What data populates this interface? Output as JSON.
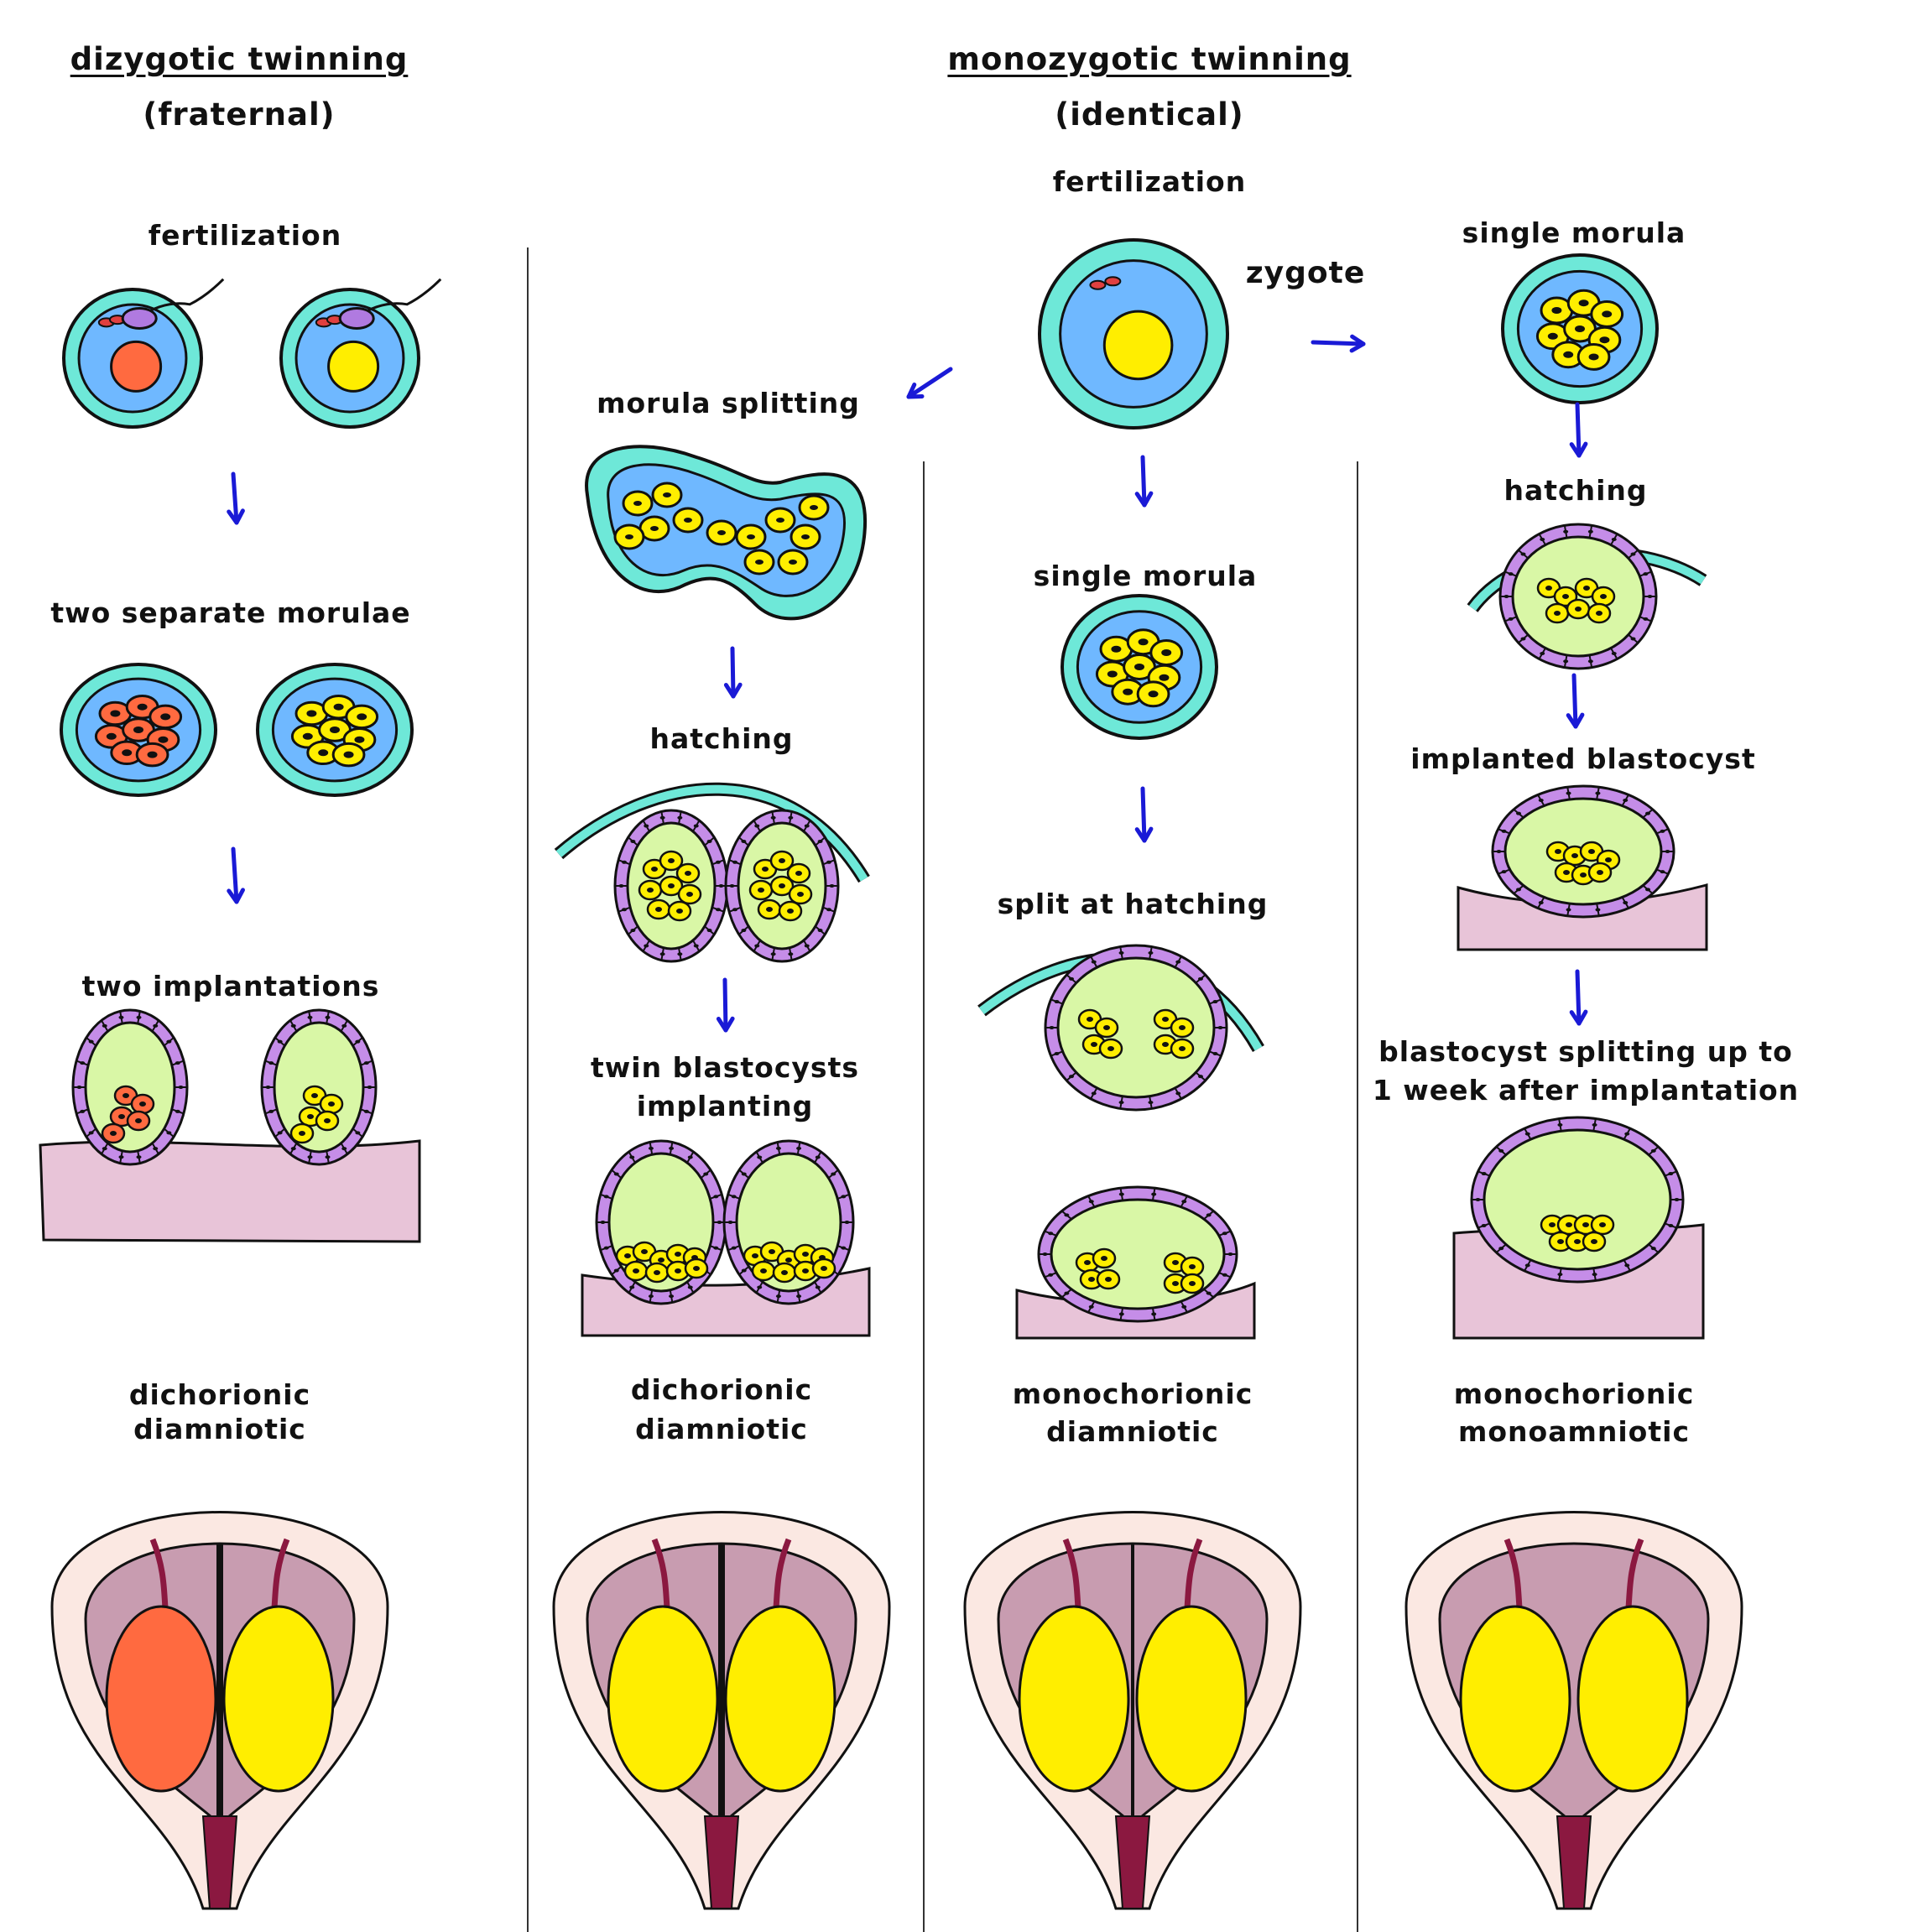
{
  "headers": {
    "dizygotic_title": "dizygotic twinning",
    "dizygotic_sub": "(fraternal)",
    "monozygotic_title": "monozygotic twinning",
    "monozygotic_sub": "(identical)"
  },
  "top": {
    "fertilization": "fertilization",
    "zygote": "zygote"
  },
  "col1": {
    "fertilization": "fertilization",
    "morulae": "two separate morulae",
    "implantations": "two implantations",
    "chorion": "dichorionic",
    "amnion": "diamniotic"
  },
  "col2": {
    "step1": "morula splitting",
    "step2": "hatching",
    "step3a": "twin blastocysts",
    "step3b": "implanting",
    "chorion": "dichorionic",
    "amnion": "diamniotic"
  },
  "col3": {
    "step1": "single morula",
    "step2": "split at hatching",
    "chorion": "monochorionic",
    "amnion": "diamniotic"
  },
  "col4": {
    "step1": "single morula",
    "step2": "hatching",
    "step3": "implanted blastocyst",
    "step4a": "blastocyst splitting up to",
    "step4b": "1 week after implantation",
    "chorion": "monochorionic",
    "amnion": "monoamniotic"
  },
  "colors": {
    "zona": "#6ee8d8",
    "perivitelline": "#6fb8ff",
    "egg_nucleus_red": "#ff6a40",
    "egg_nucleus_yellow": "#ffee00",
    "blastocoel": "#d9f7a6",
    "trophoblast": "#c58de8",
    "endometrium": "#e8c4d8",
    "fetus_yellow": "#ffee00",
    "fetus_orange": "#ff6a40",
    "vessel": "#8b1840",
    "arrow": "#1a1ad6"
  }
}
